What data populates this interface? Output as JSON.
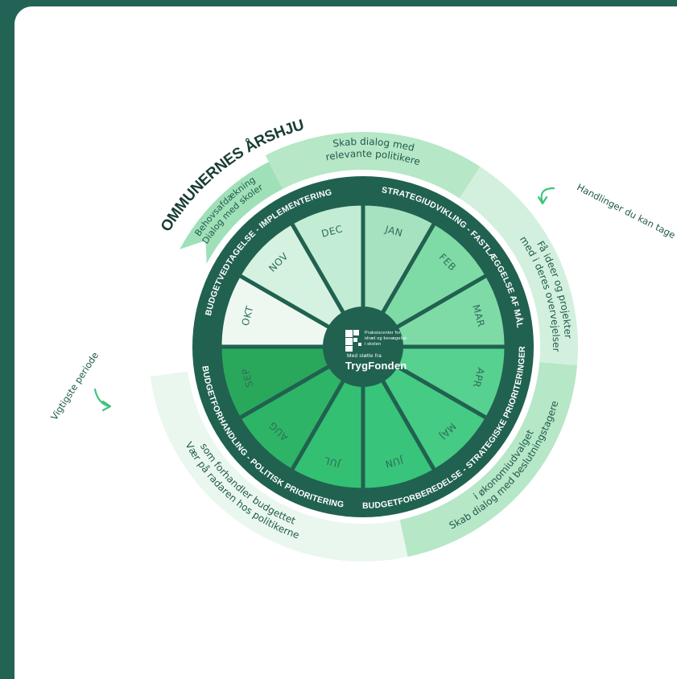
{
  "title": "KOMMUNERNES ÅRSHJUL",
  "actions_label": "Handlinger du kan tage",
  "important_label": "Vigtigste periode",
  "arc_texts": {
    "dialog_politicians": [
      "Skab dialog med",
      "relevante politikere"
    ],
    "get_ideas": [
      "Få ideer og projekter",
      "med i deres overvejelser"
    ],
    "decision_makers": [
      "Skab dialog med beslutningstagere",
      "i økonomiudvalget"
    ],
    "radar": [
      "Vær på radaren hos politikerne",
      "som forhandler budgettet"
    ],
    "needs": [
      "Behovsafdækning",
      "Dialog med skoler"
    ]
  },
  "phases": {
    "strategy": "STRATEGIUDVIKLING - FASTLÆGGELSE AF MÅL",
    "budget_prep": "BUDGETFORBEREDELSE - STRATEGISKE PRIORITERINGER",
    "budget_negotiation": "BUDGETFORHANDLING - POLITISK PRIORITERING",
    "budget_adoption": "BUDGETVEDTAGELSE - IMPLEMENTERING"
  },
  "months": [
    "JAN",
    "FEB",
    "MAR",
    "APR",
    "MAJ",
    "JUN",
    "JUL",
    "AUG",
    "SEP",
    "OKT",
    "NOV",
    "DEC"
  ],
  "month_colors": [
    "#a6e2c0",
    "#7fdba6",
    "#7fdba6",
    "#56d18f",
    "#45cb84",
    "#38c47a",
    "#34c072",
    "#2eb466",
    "#29a85c",
    "#eef8f1",
    "#d5f1df",
    "#c2ecd3"
  ],
  "logo": {
    "org_line1": "Praksiscenter for",
    "org_line2": "idræt og bevægelse",
    "org_line3": "i skolen",
    "support_label": "Med støtte fra",
    "sponsor": "TrygFonden"
  },
  "colors": {
    "background": "#236355",
    "ring": "#216150",
    "arc_light": "#d3f0de",
    "arc_mid": "#b6e7c7"
  }
}
